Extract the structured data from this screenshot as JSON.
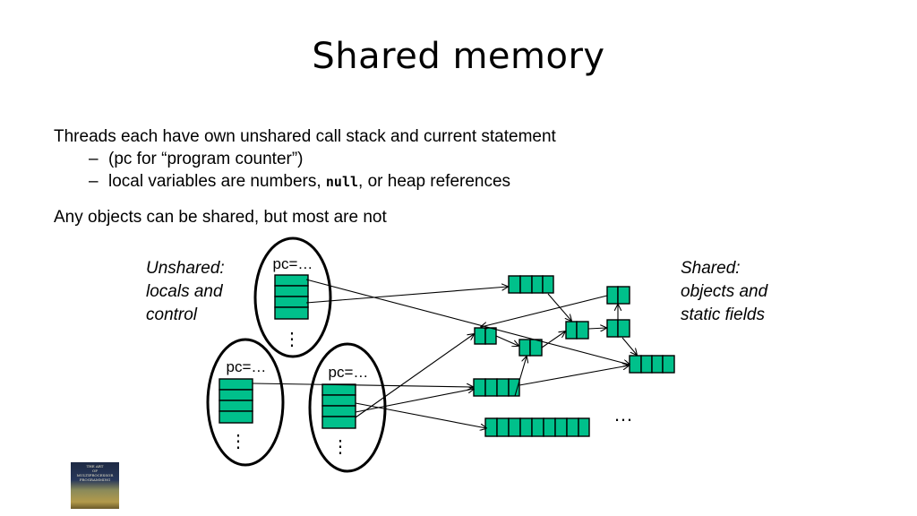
{
  "title": "Shared memory",
  "bullets": {
    "line1": "Threads each have own unshared call stack and current statement",
    "dash": "–",
    "sub1": "(pc for “program counter”)",
    "sub2_before": "local variables are numbers, ",
    "sub2_code": "null",
    "sub2_after": ", or heap references",
    "line2": "Any objects can be shared, but most are not"
  },
  "diagram": {
    "unshared_caption": [
      "Unshared:",
      "locals and",
      "control"
    ],
    "shared_caption": [
      "Shared:",
      "objects and",
      "static fields"
    ],
    "thread_pc_label": "pc=…",
    "vertical_ellipsis": "⋮",
    "ellipsis": "…",
    "colors": {
      "cell_fill": "#00c08b",
      "stroke": "#000000"
    }
  },
  "book": {
    "title_lines": [
      "THE ART",
      "OF",
      "MULTIPROCESSOR",
      "PROGRAMMING"
    ]
  }
}
